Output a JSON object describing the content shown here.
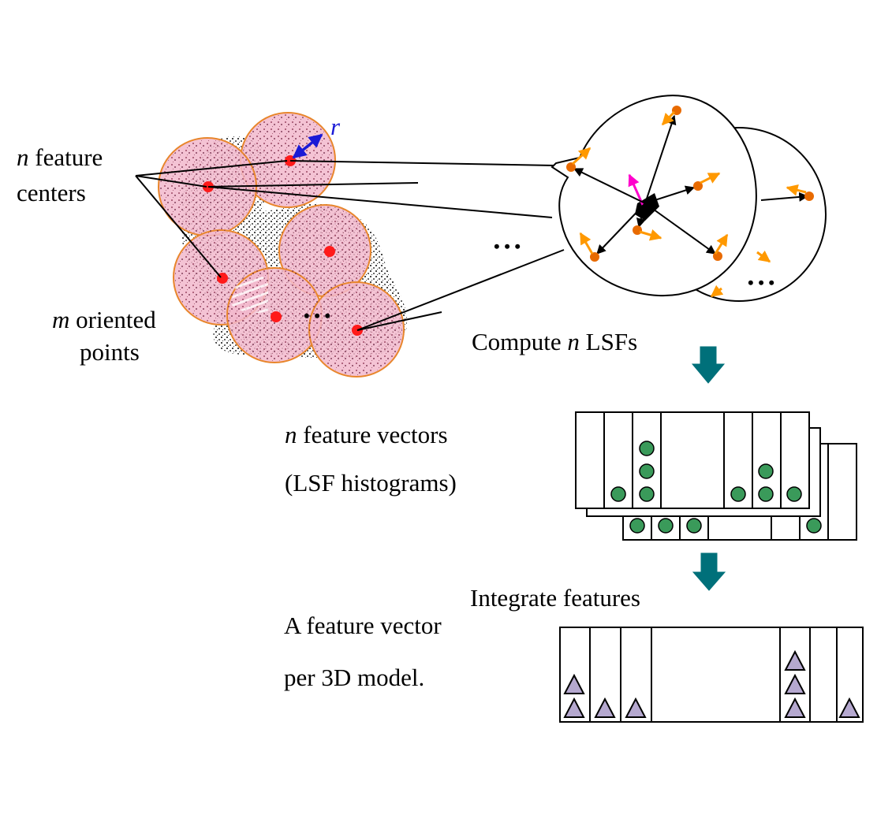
{
  "labels": {
    "feature_centers_var": "n",
    "feature_centers_rest": " feature",
    "feature_centers_line2": "centers",
    "oriented_points_var": "m",
    "oriented_points_rest": " oriented",
    "oriented_points_line2": "points",
    "radius": "r",
    "compute_pre": "Compute ",
    "compute_var": "n",
    "compute_post": " LSFs",
    "vectors_var": "n",
    "vectors_rest": " feature vectors",
    "vectors_line2": "(LSF histograms)",
    "integrate": "Integrate features",
    "final_line1": "A feature vector",
    "final_line2": "per 3D model.",
    "ellipsis_middle": "• • •",
    "ellipsis_cluster": "• • •",
    "ellipsis_circle": "• • •"
  },
  "colors": {
    "patch_fill": "#f2b8cc",
    "patch_stroke": "#e8862c",
    "center_dot": "#ff1a1a",
    "radius_arrow": "#1a1ad6",
    "normal_arrow": "#ff9900",
    "normal_tip": "#e86a00",
    "feature_arrow": "#ff00cc",
    "process_arrow": "#00707a",
    "hist_dot": "#3a9a5a",
    "hist_triangle": "#b5a8cf"
  }
}
